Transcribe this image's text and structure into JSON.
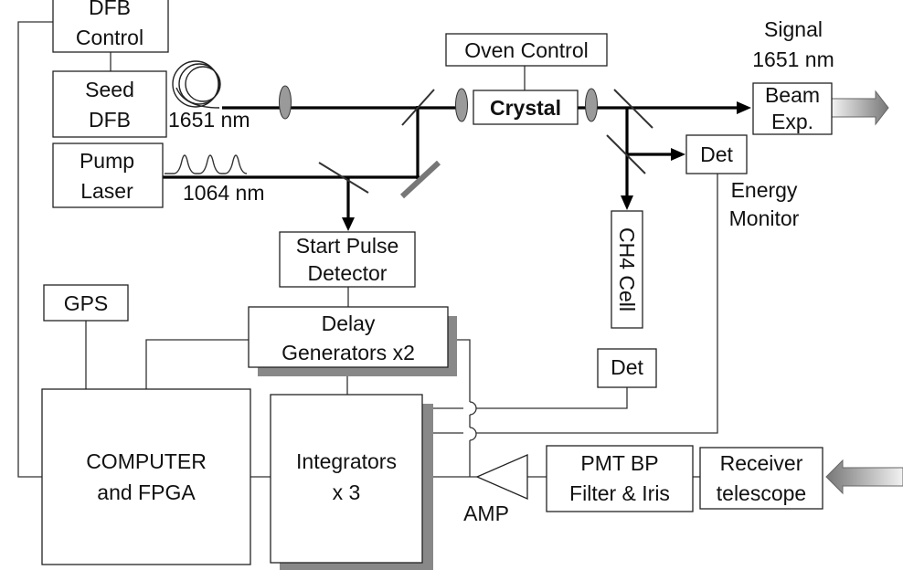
{
  "blocks": {
    "dfb_control": [
      "DFB",
      "Control"
    ],
    "seed_dfb": [
      "Seed",
      "DFB"
    ],
    "pump_laser": [
      "Pump",
      "Laser"
    ],
    "oven_control": "Oven Control",
    "crystal": "Crystal",
    "signal": [
      "Signal",
      "1651 nm"
    ],
    "beam_exp": [
      "Beam",
      "Exp."
    ],
    "det_energy": "Det",
    "energy_monitor": [
      "Energy",
      "Monitor"
    ],
    "ch4_cell": "CH4 Cell",
    "det_cell": "Det",
    "start_pulse": [
      "Start Pulse",
      "Detector"
    ],
    "gps": "GPS",
    "delay_gen": [
      "Delay",
      "Generators x2"
    ],
    "computer": [
      "COMPUTER",
      "and FPGA"
    ],
    "integrators": [
      "Integrators",
      "x 3"
    ],
    "amp": "AMP",
    "pmt": [
      "PMT BP",
      "Filter & Iris"
    ],
    "receiver": [
      "Receiver",
      "telescope"
    ]
  },
  "labels": {
    "seed_wavelength": "1651 nm",
    "pump_wavelength": "1064 nm"
  },
  "colors": {
    "line": "#333333",
    "beam": "#000000",
    "shadow": "#888888",
    "lens_fill": "#9a9a9a",
    "arrow_light": "#f2f2f2",
    "arrow_dark": "#777777"
  },
  "icons": [
    "fiber-coil-icon",
    "pulse-train-icon",
    "lens-icon",
    "mirror-icon",
    "beam-expander-arrow-icon",
    "received-light-arrow-icon",
    "amplifier-triangle-icon"
  ]
}
